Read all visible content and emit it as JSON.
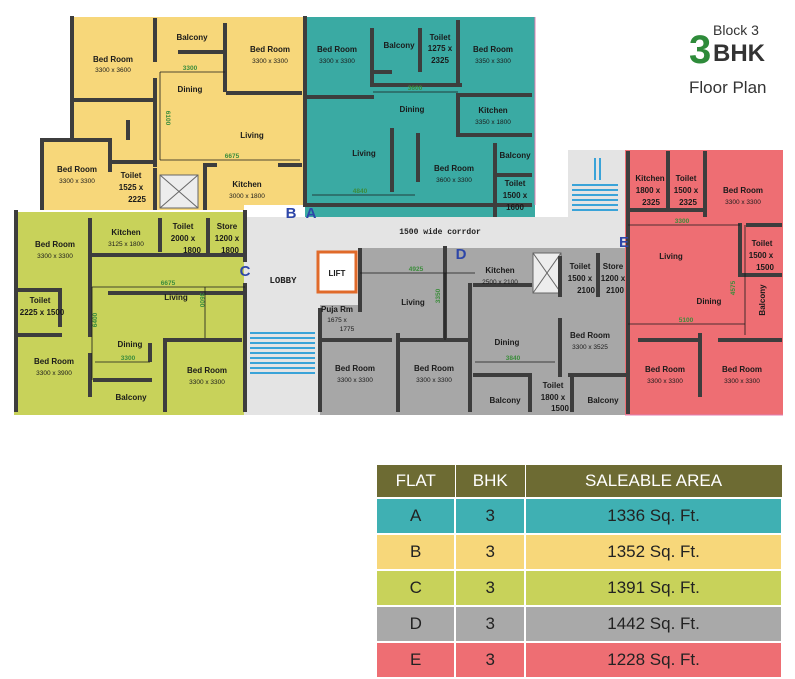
{
  "title": {
    "block": "Block 3",
    "number": "3",
    "bhk": "BHK",
    "subtitle": "Floor Plan"
  },
  "colors": {
    "A": "#3aaaa3",
    "B": "#f7d77a",
    "C": "#c8d25a",
    "D": "#a7a7a7",
    "E": "#ee6e73",
    "common": "#e4e4e4",
    "stairs": "#3aa3d8",
    "wall": "#3d3d3d",
    "table_header": "#6d6b33",
    "title_green": "#2e8b3a"
  },
  "flat_labels": {
    "A": "A",
    "B": "B",
    "C": "C",
    "D": "D",
    "E": "E"
  },
  "common": {
    "corridor": "1500 wide corrdor",
    "lobby": "LOBBY",
    "lift": "LIFT"
  },
  "flatA": {
    "bed1": {
      "name": "Bed Room",
      "size": "3300 x 3300"
    },
    "balcony1": "Balcony",
    "toilet1": {
      "name": "Toilet",
      "size1": "1275 x",
      "size2": "2325"
    },
    "bed2": {
      "name": "Bed Room",
      "size": "3350 x 3300"
    },
    "dining": "Dining",
    "kitchen": {
      "name": "Kitchen",
      "size": "3350 x 1800"
    },
    "living": "Living",
    "bed3": {
      "name": "Bed Room",
      "size": "3600 x 3300"
    },
    "balcony2": "Balcony",
    "toilet2": {
      "name": "Toilet",
      "size1": "1500 x",
      "size2": "1600"
    },
    "dims": {
      "d1": "3600",
      "d2": "4840"
    }
  },
  "flatB": {
    "balcony": "Balcony",
    "bed1": {
      "name": "Bed Room",
      "size": "3300 x 3600"
    },
    "bed2": {
      "name": "Bed Room",
      "size": "3300 x 3300"
    },
    "dining": "Dining",
    "living": "Living",
    "bed3": {
      "name": "Bed Room",
      "size": "3300 x 3300"
    },
    "toilet": {
      "name": "Toilet",
      "size1": "1525 x",
      "size2": "2225"
    },
    "kitchen": {
      "name": "Kitchen",
      "size": "3000 x 1800"
    },
    "dims": {
      "d1": "3300",
      "d2": "6100",
      "d3": "6675"
    }
  },
  "flatC": {
    "bed1": {
      "name": "Bed Room",
      "size": "3300 x 3300"
    },
    "kitchen": {
      "name": "Kitchen",
      "size": "3125 x 1800"
    },
    "toilet1": {
      "name": "Toilet",
      "size1": "2000 x",
      "size2": "1800"
    },
    "store": {
      "name": "Store",
      "size1": "1200 x",
      "size2": "1800"
    },
    "toilet2": {
      "name": "Toilet",
      "size": "2225 x 1500"
    },
    "living": "Living",
    "bed2": {
      "name": "Bed Room",
      "size": "3300 x 3900"
    },
    "dining": "Dining",
    "bed3": {
      "name": "Bed Room",
      "size": "3300 x 3300"
    },
    "balcony": "Balcony",
    "dims": {
      "d1": "6675",
      "d2": "6400",
      "d3": "3600",
      "d4": "3300"
    }
  },
  "flatD": {
    "puja": {
      "name": "Puja Rm",
      "size1": "1675 x",
      "size2": "1775"
    },
    "living": "Living",
    "kitchen": {
      "name": "Kitchen",
      "size": "2500 x 2100"
    },
    "toilet1": {
      "name": "Toilet",
      "size1": "1500 x",
      "size2": "2100"
    },
    "store": {
      "name": "Store",
      "size1": "1200 x",
      "size2": "2100"
    },
    "bed1": {
      "name": "Bed Room",
      "size": "3300 x 3525"
    },
    "dining": "Dining",
    "bed2": {
      "name": "Bed Room",
      "size": "3300 x 3300"
    },
    "bed3": {
      "name": "Bed Room",
      "size": "3300 x 3300"
    },
    "balcony1": "Balcony",
    "toilet2": {
      "name": "Toilet",
      "size1": "1800 x",
      "size2": "1500"
    },
    "balcony2": "Balcony",
    "dims": {
      "d1": "4925",
      "d2": "3350",
      "d3": "3840"
    }
  },
  "flatE": {
    "kitchen": {
      "name": "Kitchen",
      "size1": "1800 x",
      "size2": "2325"
    },
    "toilet1": {
      "name": "Toilet",
      "size1": "1500 x",
      "size2": "2325"
    },
    "bed1": {
      "name": "Bed Room",
      "size": "3300 x 3300"
    },
    "living": "Living",
    "toilet2": {
      "name": "Toilet",
      "size1": "1500 x",
      "size2": "1500"
    },
    "dining": "Dining",
    "balcony": "Balcony",
    "bed2": {
      "name": "Bed Room",
      "size": "3300 x 3300"
    },
    "bed3": {
      "name": "Bed Room",
      "size": "3300 x 3300"
    },
    "dims": {
      "d1": "3300",
      "d2": "4575",
      "d3": "5100"
    }
  },
  "table": {
    "headers": [
      "FLAT",
      "BHK",
      "SALEABLE AREA"
    ],
    "rows": [
      {
        "flat": "A",
        "bhk": "3",
        "area": "1336 Sq. Ft.",
        "color": "#3fb0b3"
      },
      {
        "flat": "B",
        "bhk": "3",
        "area": "1352 Sq. Ft.",
        "color": "#f7d77a"
      },
      {
        "flat": "C",
        "bhk": "3",
        "area": "1391 Sq. Ft.",
        "color": "#c8d25a"
      },
      {
        "flat": "D",
        "bhk": "3",
        "area": "1442 Sq. Ft.",
        "color": "#a9a9a9"
      },
      {
        "flat": "E",
        "bhk": "3",
        "area": "1228 Sq. Ft.",
        "color": "#ee6e73"
      }
    ]
  }
}
